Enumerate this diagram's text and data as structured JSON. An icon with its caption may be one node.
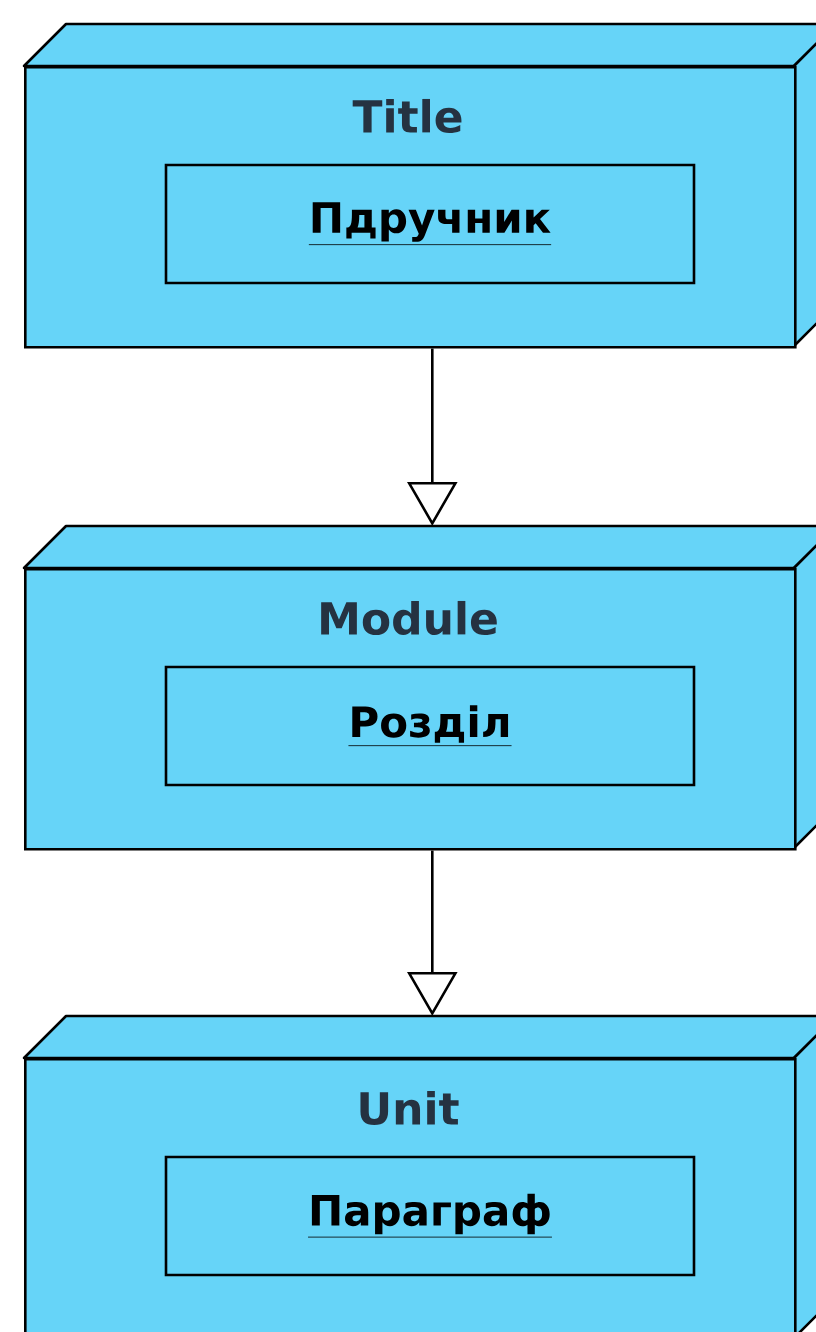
{
  "diagram": {
    "nodes": [
      {
        "text": [
          "Title"
        ]
      },
      {
        "text": [
          "Пдручник"
        ],
        "in": 0
      },
      {
        "text": [
          "Module"
        ]
      },
      {
        "text": [
          "Розділ"
        ],
        "in": 2
      },
      {
        "text": [
          "Unit"
        ]
      },
      {
        "text": [
          "Параграф"
        ],
        "in": 4
      }
    ],
    "edges": [
      {
        "from": 0,
        "to": 2,
        "arrow": "to"
      },
      {
        "from": 2,
        "to": 4,
        "arrow": "to"
      }
    ]
  }
}
